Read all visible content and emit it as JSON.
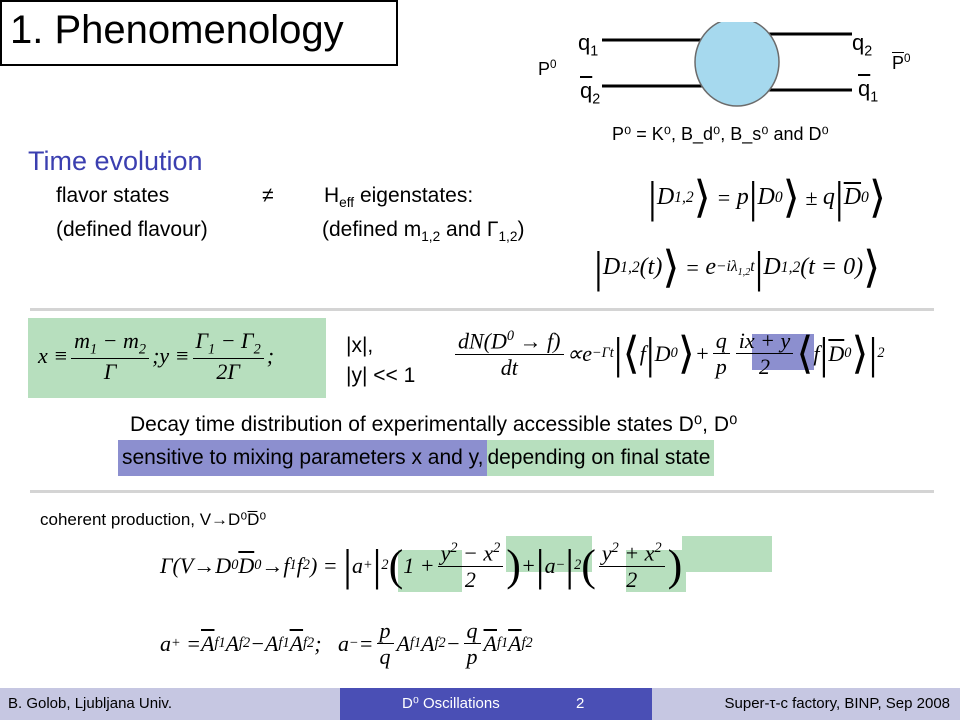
{
  "title": "1. Phenomenology",
  "diagram": {
    "q1_top": "q",
    "q1_top_sub": "1",
    "q2_top": "q",
    "q2_top_sub": "2",
    "q2_bottom": "q",
    "q2_bottom_sub": "2",
    "q1_bottom": "q",
    "q1_bottom_sub": "1",
    "p0_left": "P",
    "p0_right": "P",
    "p0_sup": "0",
    "caption": "P⁰ = K⁰, B_d⁰, B_s⁰ and D⁰"
  },
  "section_heading": "Time evolution",
  "flavor": {
    "line1_left": "flavor states",
    "neq": "≠",
    "line1_heff": "H",
    "line1_heff_sub": "eff",
    "line1_right": "eigenstates:",
    "line2_left": "(defined flavour)",
    "line2_right_prefix": "(defined m",
    "line2_right_sub1": "1,2",
    "line2_right_mid": " and Γ",
    "line2_right_sub2": "1,2",
    "line2_right_suffix": ")"
  },
  "xy_condition": {
    "line1": "|x|,",
    "line2": "|y| << 1"
  },
  "decay_text": {
    "line1": "Decay time distribution of experimentally accessible states D⁰, D⁰",
    "line2_purple": "sensitive to mixing parameters x and y,",
    "line2_green": " depending on final state"
  },
  "coherent": "coherent production, V→D⁰D̅⁰",
  "footer": {
    "left": "B. Golob, Ljubljana Univ.",
    "center": "D⁰ Oscillations",
    "page": "2",
    "right": "Super-τ-c factory, BINP, Sep 2008"
  },
  "colors": {
    "heading": "#3b3fb0",
    "green_highlight": "#b7dfbe",
    "purple_highlight": "#8c8fcf",
    "footer_left_bg": "#c6c7e2",
    "footer_center_bg": "#4a4fb5",
    "footer_right_bg": "#c6c7e2"
  }
}
